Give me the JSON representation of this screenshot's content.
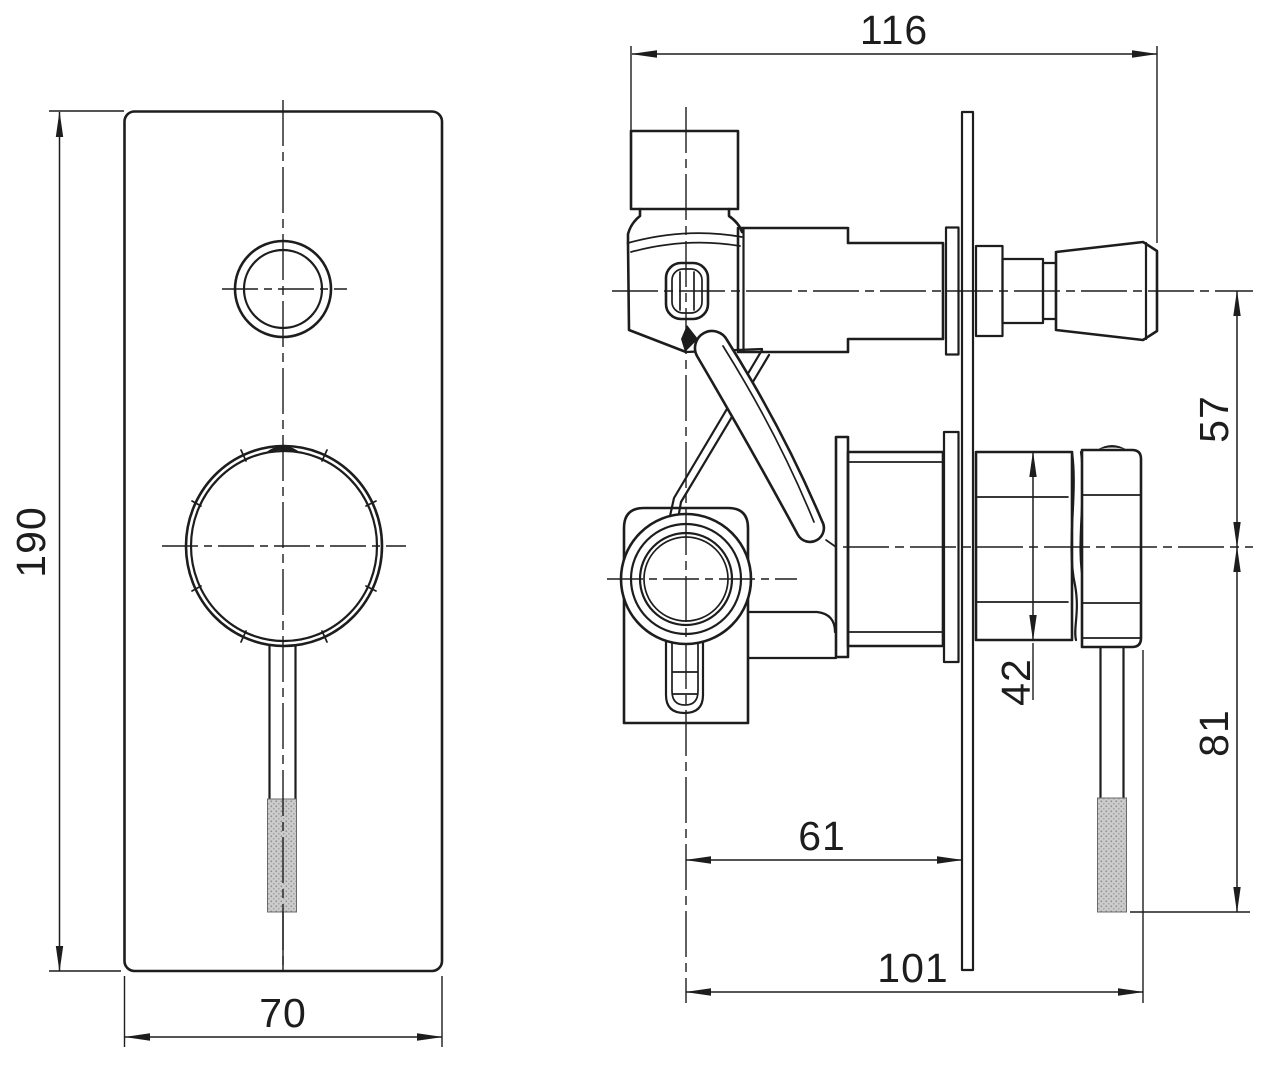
{
  "colors": {
    "background": "#ffffff",
    "line": "#1d1d1d",
    "knurl_fill": "#cccccc"
  },
  "dimensions": {
    "front_height": "190",
    "front_width": "70",
    "side_width": "116",
    "axis_offset": "57",
    "body_diameter": "42",
    "handle_below_axis": "81",
    "axis_to_wall": "61",
    "wall_to_handle_tip": "101"
  }
}
